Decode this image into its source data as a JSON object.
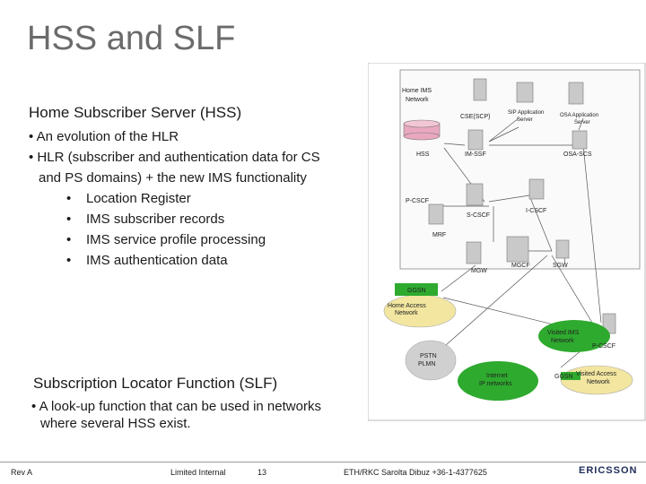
{
  "title": "HSS and SLF",
  "hss_heading": "Home Subscriber Server (HSS)",
  "hss_bullets": [
    "An evolution of the HLR",
    "HLR (subscriber and authentication data for CS",
    "and PS domains) + the new IMS functionality"
  ],
  "hss_sub_bullets": [
    "Location Register",
    "IMS subscriber records",
    "IMS service profile processing",
    "IMS authentication data"
  ],
  "slf_heading": "Subscription Locator Function (SLF)",
  "slf_bullets": [
    "A look-up function that can be used in networks",
    "where several HSS exist."
  ],
  "diagram": {
    "home_ims_network": "Home IMS",
    "home_ims_network2": "Network",
    "cse": "CSE(SCP)",
    "sip_app_server": "SIP Application",
    "sip_app_server2": "Server",
    "osa_app_server": "OSA Application",
    "osa_app_server2": "Server",
    "hss": "HSS",
    "im_ssf": "IM-SSF",
    "osa_scs": "OSA-SCS",
    "p_cscf": "P-CSCF",
    "s_cscf": "S-CSCF",
    "i_cscf": "I-CSCF",
    "mrf": "MRF",
    "mgcf": "MGCF",
    "sgw": "SGW",
    "mgw": "MGW",
    "ggsn": "GGSN",
    "home_access": "Home Access",
    "home_access2": "Network",
    "visited_ims": "Visited IMS",
    "visited_ims2": "Network",
    "p_cscf2": "P-CSCF",
    "pstn": "PSTN",
    "plmn": "PLMN",
    "internet": "Internet",
    "ip_networks": "IP networks",
    "ggsn2": "GGSN",
    "visited_access": "Visited Access",
    "visited_access2": "Network"
  },
  "footer": {
    "rev": "Rev A",
    "classification": "Limited Internal",
    "page": "13",
    "author": "ETH/RKC Sarolta Dibuz +36-1-4377625",
    "logo": "ERICSSON"
  },
  "colors": {
    "title": "#6b6b6b",
    "server": "#c9c9c9",
    "network_green": "#2eaa2e",
    "network_yellow": "#f2e6a0",
    "network_gray": "#d0d0d0",
    "hss_cylinder": "#e9a8c0"
  }
}
